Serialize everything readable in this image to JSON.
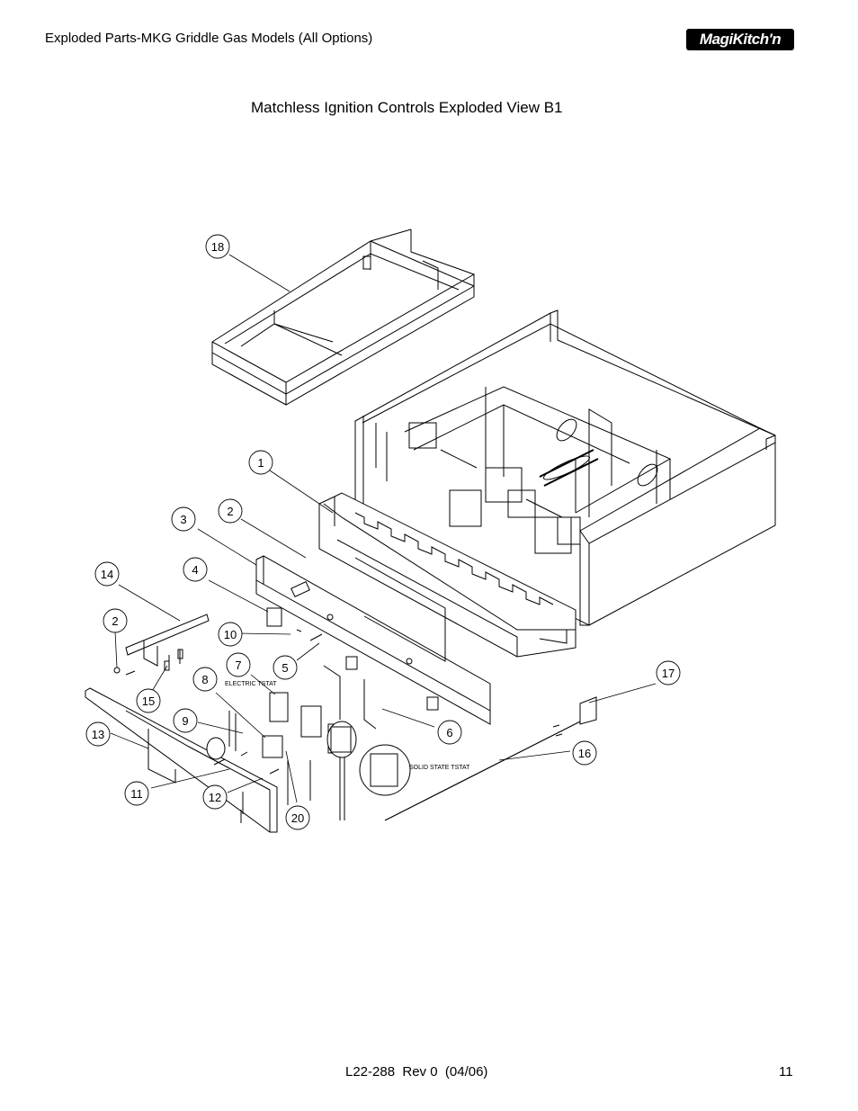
{
  "header": {
    "title": "Exploded Parts-MKG Griddle Gas Models (All Options)",
    "logo_text": "MagiKitch'n"
  },
  "page_heading": "Matchless Ignition Controls Exploded View B1",
  "diagram": {
    "callouts": [
      "18",
      "1",
      "2",
      "3",
      "14",
      "4",
      "2",
      "10",
      "7",
      "5",
      "8",
      "15",
      "9",
      "13",
      "11",
      "12",
      "20",
      "6",
      "17",
      "16"
    ],
    "labels": {
      "electric_tstat": "ELECTRIC TSTAT",
      "solid_state_tstat": "SOLID STATE TSTAT"
    }
  },
  "footer": {
    "doc_id": "L22-288  Rev 0  (04/06)",
    "page_number": "11"
  }
}
